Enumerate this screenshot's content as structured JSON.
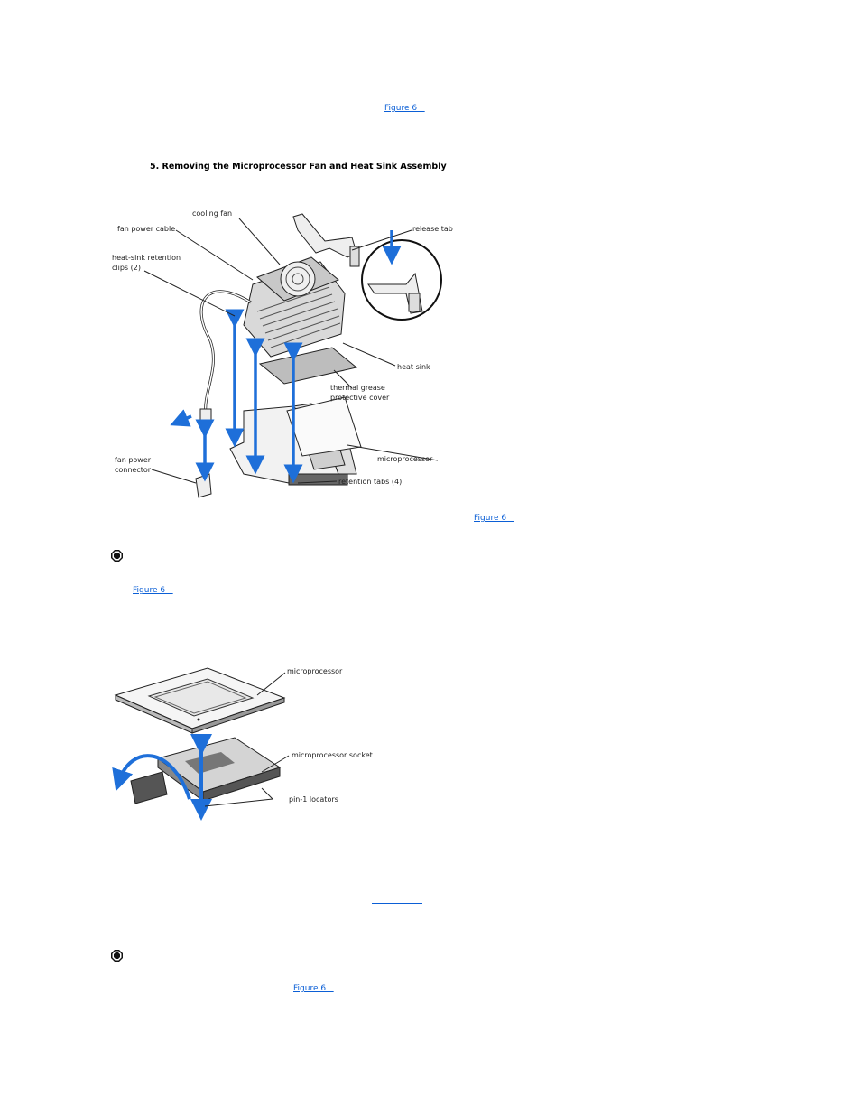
{
  "links": {
    "figure_ref_1": "Figure 6   ",
    "figure_ref_2": "Figure 6   ",
    "figure_ref_3": "Figure 6   ",
    "figure_ref_4": "Figure 6   "
  },
  "section_heading": "5. Removing the Microprocessor Fan and Heat Sink Assembly",
  "figure_fan": {
    "labels": {
      "cooling_fan": "cooling fan",
      "fan_power_cable": "fan power cable",
      "heat_sink_retention_clips_line1": "heat-sink retention",
      "heat_sink_retention_clips_line2": "clips (2)",
      "release_tab": "release tab",
      "heat_sink": "heat sink",
      "thermal_grease_line1": "thermal grease",
      "thermal_grease_line2": "protective cover",
      "microprocessor": "microprocessor",
      "retention_tabs": "retention tabs (4)",
      "fan_power_connector_line1": "fan power",
      "fan_power_connector_line2": "connector"
    }
  },
  "figure_socket": {
    "labels": {
      "microprocessor": "microprocessor",
      "microprocessor_socket": "microprocessor socket",
      "pin1_locators": "pin-1 locators"
    }
  },
  "icons": {
    "notice": "notice-icon"
  },
  "colors": {
    "link": "#0b5fd6",
    "arrow": "#1e6fd9"
  }
}
